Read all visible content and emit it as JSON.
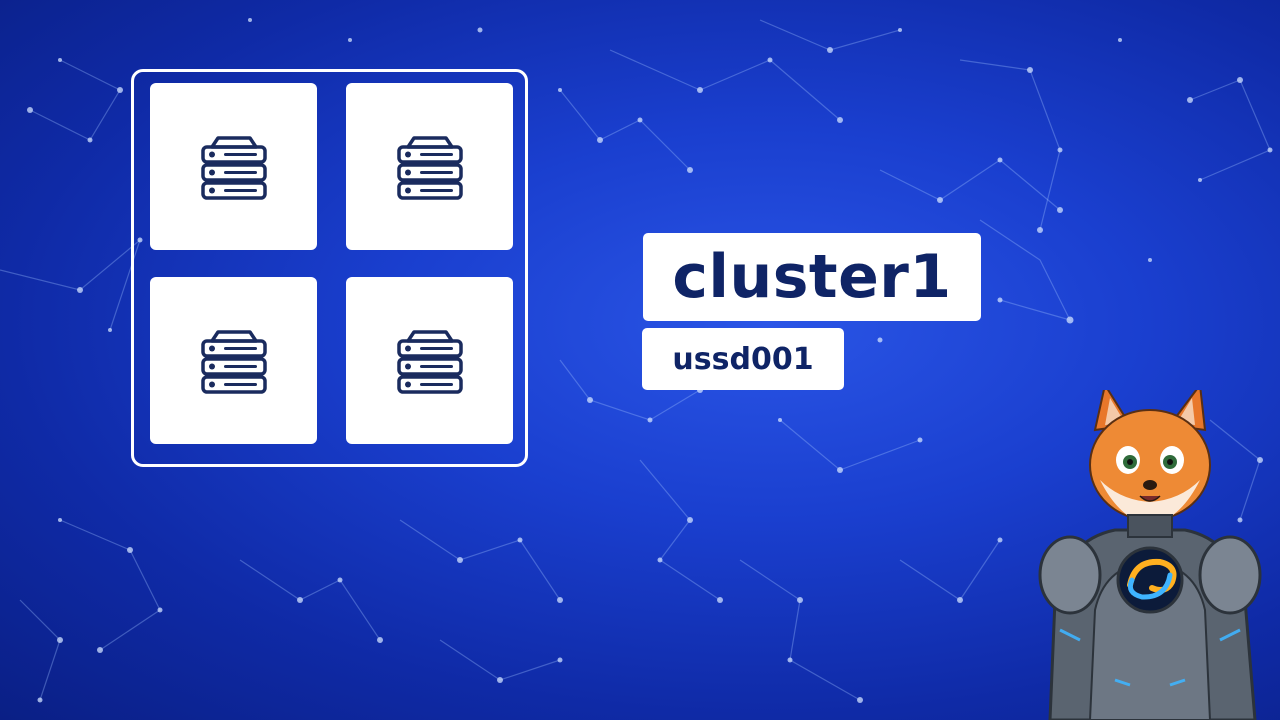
{
  "cluster": {
    "name": "cluster1",
    "node_label": "ussd001",
    "node_count": 4,
    "node_icon": "server-stack-icon"
  },
  "mascot": {
    "description_icon": "fox-mascot-icon",
    "emblem_icon": "swirl-emblem-icon"
  },
  "colors": {
    "background": "#1a3fcf",
    "tile": "#ffffff",
    "icon": "#1a2b5e",
    "text": "#0f2466"
  }
}
